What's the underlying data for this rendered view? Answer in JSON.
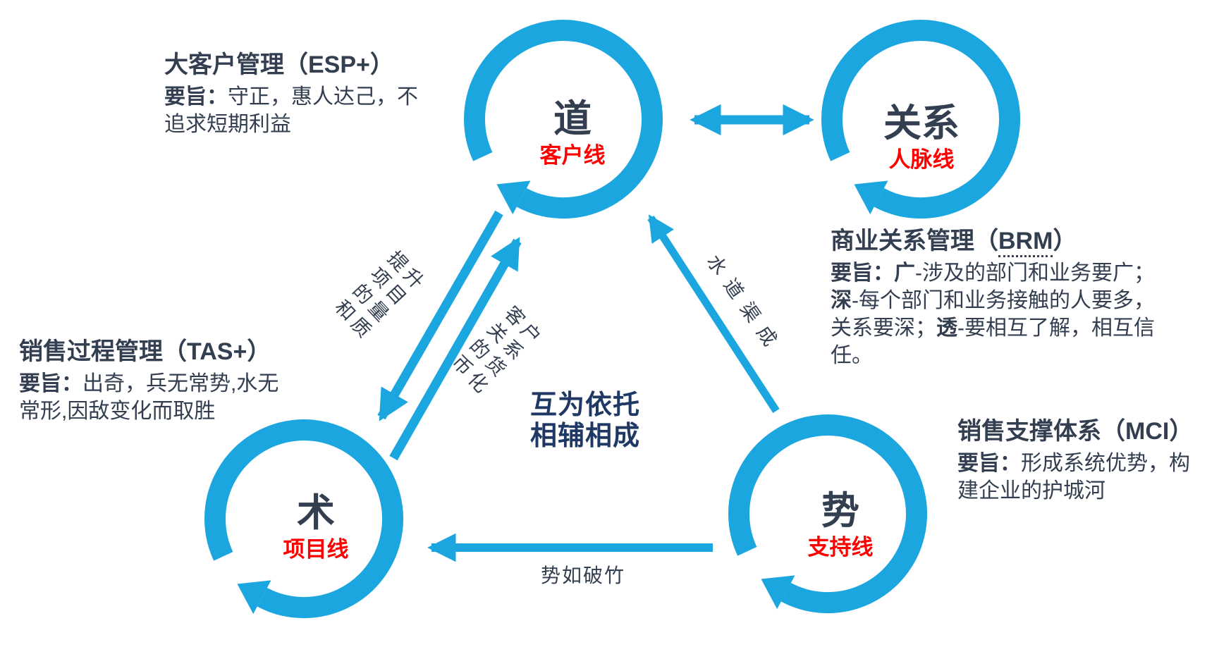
{
  "palette": {
    "blue": "#1BA6E0",
    "navy": "#333F50",
    "deep_navy": "#1F3864",
    "red": "#FF0000"
  },
  "nodes": {
    "dao": {
      "char": "道",
      "subtitle": "客户线"
    },
    "guanxi": {
      "char": "关系",
      "subtitle": "人脉线"
    },
    "shu": {
      "char": "术",
      "subtitle": "项目线"
    },
    "shi": {
      "char": "势",
      "subtitle": "支持线"
    }
  },
  "blocks": {
    "esp": {
      "title": "大客户管理（ESP+）",
      "body_html": "<b>要旨：</b>守正，惠人达己，不\n追求短期利益"
    },
    "brm": {
      "title_prefix": "商业关系管理（",
      "title_acronym": "BRM",
      "title_suffix": "）",
      "body_html": "<b>要旨：广</b>-涉及的部门和业务要广；\n<b>深</b>-每个部门和业务接触的人要多，\n关系要深；<b>透</b>-要相互了解，相互信\n任。"
    },
    "tas": {
      "title": "销售过程管理（TAS+）",
      "body_html": "<b>要旨：</b>出奇，兵无常势,水无\n常形,因敌变化而取胜"
    },
    "mci": {
      "title": "销售支撑体系（MCI）",
      "body_html": "<b>要旨：</b>形成系统优势，构\n建企业的护城河"
    }
  },
  "arrow_labels": {
    "improve": "提升\n项目\n的量\n和质",
    "monetize": "客户\n关系\n的货\n币化",
    "shuidao": "水道渠成",
    "shiru": "势如破竹"
  },
  "center": {
    "slogan": "互为依托\n相辅相成"
  }
}
